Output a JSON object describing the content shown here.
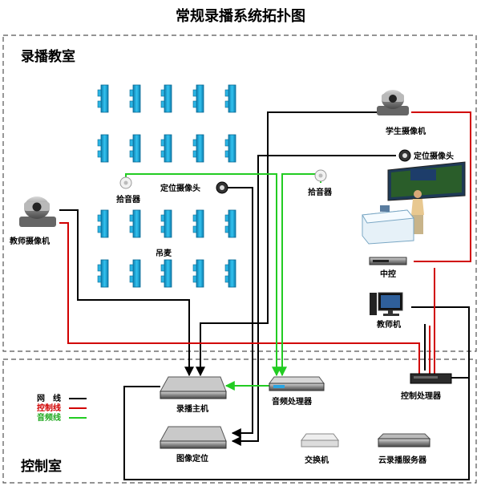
{
  "title": "常规录播系统拓扑图",
  "rooms": {
    "classroom": "录播教室",
    "control": "控制室"
  },
  "devices": {
    "student_camera": "学生摄像机",
    "positioning_camera_right": "定位摄像头",
    "positioning_camera_mid": "定位摄像头",
    "pickup_left": "拾音器",
    "pickup_right": "拾音器",
    "teacher_camera": "教师摄像机",
    "hanging_mic": "吊麦",
    "central_control": "中控",
    "teacher_pc": "教师机",
    "recording_host": "录播主机",
    "image_positioning": "图像定位",
    "audio_processor": "音频处理器",
    "control_processor": "控制处理器",
    "switch": "交换机",
    "cloud_server": "云录播服务器"
  },
  "legend": [
    {
      "label": "网　线",
      "color": "#000000"
    },
    {
      "label": "控制线",
      "color": "#d10000"
    },
    {
      "label": "音频线",
      "color": "#22cc22"
    }
  ],
  "colors": {
    "network": "#000000",
    "control": "#d10000",
    "audio": "#22cc22",
    "desk": "#1aa7d8"
  }
}
